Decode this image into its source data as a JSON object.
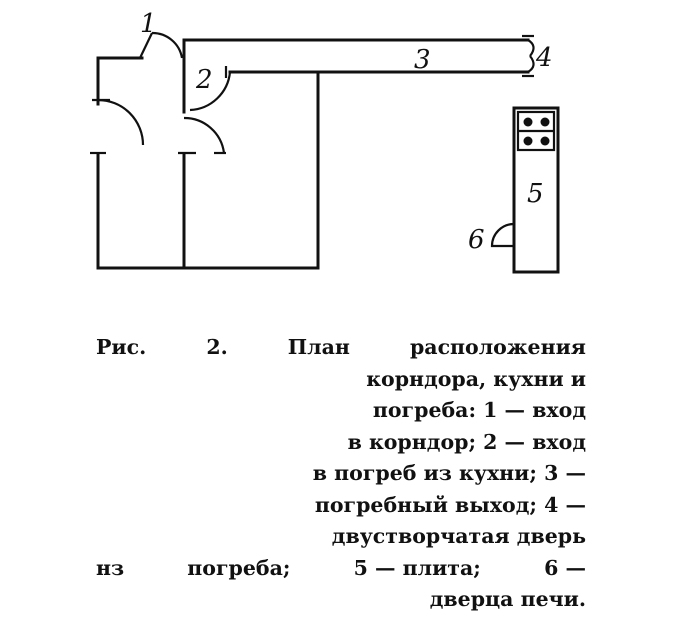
{
  "labels": {
    "n1": "1",
    "n2": "2",
    "n3": "3",
    "n4": "4",
    "n5": "5",
    "n6": "6"
  },
  "caption": {
    "fig": "Рис.",
    "num": "2.",
    "w1": "План",
    "w2": "расположения",
    "line2": "корндора, кухни и",
    "line3": "погреба: 1 — вход",
    "line4": "в корндор; 2 — вход",
    "line5": "в погреб из кухни; 3 —",
    "line6": "погребный выход; 4 —",
    "line7": "двустворчатая дверь",
    "l8a": "нз",
    "l8b": "погреба;",
    "l8c": "5 — плита;",
    "l8d": "6 —",
    "line9": "дверца печи."
  }
}
